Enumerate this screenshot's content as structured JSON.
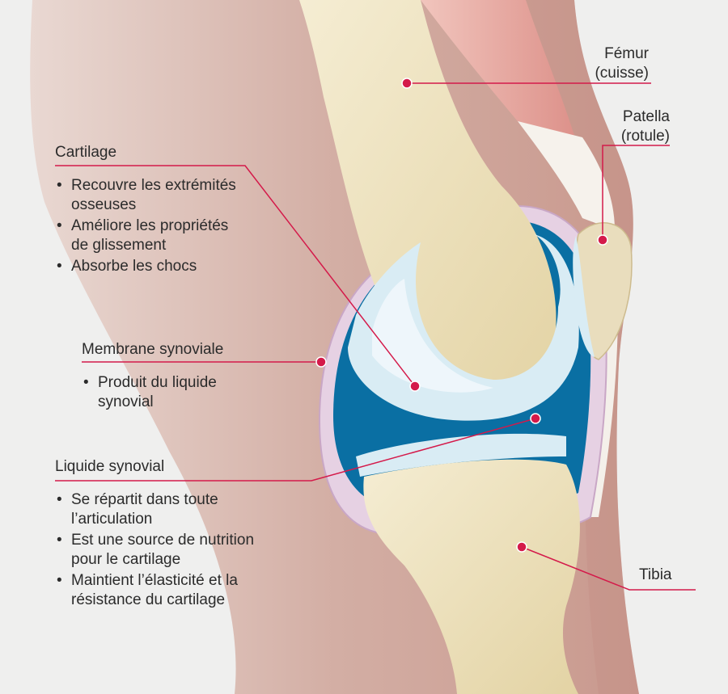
{
  "labels": {
    "femur": "Fémur\n(cuisse)",
    "patella": "Patella\n(rotule)",
    "tibia": "Tibia",
    "cartilage": "Cartilage",
    "membrane": "Membrane synoviale",
    "liquide": "Liquide synovial"
  },
  "cartilage_points": [
    "Recouvre les extrémités\nosseuses",
    "Améliore les propriétés\nde glissement",
    "Absorbe les chocs"
  ],
  "membrane_points": [
    "Produit du liquide\nsynovial"
  ],
  "liquide_points": [
    "Se répartit dans toute\nl’articulation",
    "Est une source de nutrition\npour le cartilage",
    "Maintient l’élasticité et la\nrésistance du cartilage"
  ],
  "colors": {
    "leader": "#d41a4a",
    "bone": "#ede3c0",
    "cartilage": "#d9ecf4",
    "fluid": "#0a6fa3",
    "membrane": "#e3cde0",
    "skin": "#d7b4ab",
    "muscle": "#e8a9a3"
  }
}
